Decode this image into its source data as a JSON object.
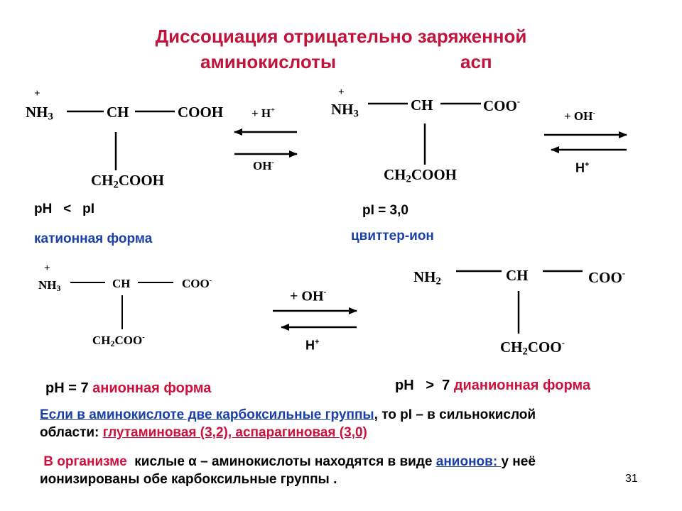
{
  "title": {
    "line1": "Диссоциация отрицательно заряженной",
    "line2_left": "аминокислоты",
    "line2_right": "асп"
  },
  "cation": {
    "plus": "+",
    "nh": "NH",
    "nh_sub": "3",
    "ch": "CH",
    "cooh": "COOH",
    "side_a": "CH",
    "side_sub": "2",
    "side_b": "COOH"
  },
  "eq1": {
    "top_plus": "+ H",
    "top_sup": "+",
    "bottom": "OH",
    "bottom_sup": "-"
  },
  "zwitter": {
    "plus": "+",
    "nh": "NH",
    "nh_sub": "3",
    "ch": "CH",
    "coo": "COO",
    "coo_sup": "-",
    "side_a": "CH",
    "side_sub": "2",
    "side_b": "COOH"
  },
  "eq2": {
    "top": "+ OH",
    "top_sup": "-",
    "bottom": "H",
    "bottom_sup": "+"
  },
  "labels": {
    "ph_lt": "pH   <   pI",
    "cation_form": "катионная форма",
    "pi": "pI = 3,0",
    "zwitter_ion": "цвиттер-ион",
    "ph7": "pH = 7",
    "anion_form": "анионная форма",
    "ph_gt": "pH   >  7",
    "dianion_form": "дианионная форма"
  },
  "anion": {
    "plus": "+",
    "nh": "NH",
    "nh_sub": "3",
    "ch": "CH",
    "coo": "COO",
    "coo_sup": "-",
    "side_a": "CH",
    "side_sub": "2",
    "side_b": "COO",
    "side_sup": "-"
  },
  "eq3": {
    "top": "+ OH",
    "top_sup": "-",
    "bottom": "H",
    "bottom_sup": "+"
  },
  "dianion": {
    "nh": "NH",
    "nh_sub": "2",
    "ch": "CH",
    "coo": "COO",
    "coo_sup": "-",
    "side_a": "CH",
    "side_sub": "2",
    "side_b": "COO",
    "side_sup": "-"
  },
  "note1": {
    "link": "Если в аминокислоте две карбоксильные группы",
    "mid": ", то pI – в сильнокислой области: ",
    "examples": "глутаминовая (3,2), аспарагиновая (3,0) "
  },
  "note2": {
    "red": " В организме ",
    "mid": " кислые α – аминокислоты находятся в виде ",
    "anions": "анионов: ",
    "end": "у неё ионизированы обе карбоксильные группы ."
  },
  "page_number": "31",
  "colors": {
    "title": "#c0143c",
    "blue": "#1a3fa8",
    "red": "#d0103c"
  }
}
